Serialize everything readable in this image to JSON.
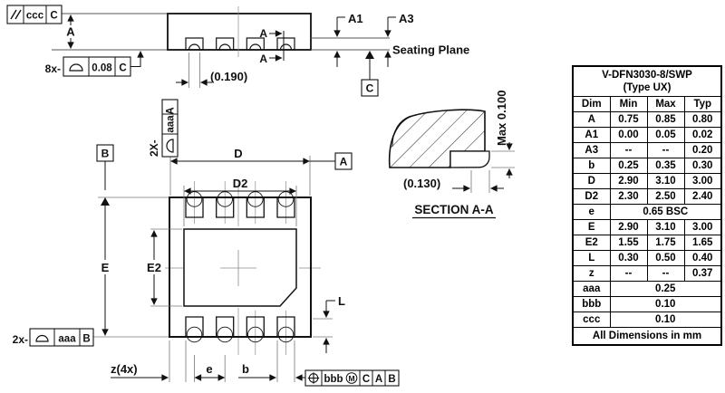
{
  "drawing": {
    "side_view": {
      "parallelism_fcf": {
        "tolerance": "ccc",
        "datum": "C"
      },
      "height_dim": "A",
      "profile_fcf": {
        "count": "8x-",
        "tolerance": "0.08",
        "datum": "C"
      },
      "pad_dim": "(0.190)",
      "section_cut_label": "A",
      "standoff_dim": "A1",
      "terminal_dim": "A3",
      "seating_plane": "Seating Plane",
      "datum_c": "C"
    },
    "section_view": {
      "max_height": "Max 0.100",
      "width_dim": "(0.130)",
      "title": "SECTION A-A"
    },
    "bottom_view": {
      "datum_a": "A",
      "datum_b": "B",
      "width_dim": "D",
      "pad_width_dim": "D2",
      "length_dim": "E",
      "pad_length_dim": "E2",
      "lead_length_dim": "L",
      "pitch_dim": "e",
      "lead_width_dim": "b",
      "corner_dim": "z(4x)",
      "profile_fcf_a": {
        "count": "2X-",
        "tolerance": "aaa",
        "datum": "A"
      },
      "profile_fcf_b": {
        "count": "2x-",
        "tolerance": "aaa",
        "datum": "B"
      },
      "position_fcf": {
        "tolerance": "bbb",
        "modifier": "M",
        "datum1": "C",
        "datum2": "A",
        "datum3": "B"
      }
    }
  },
  "table": {
    "title_line1": "V-DFN3030-8/SWP",
    "title_line2": "(Type UX)",
    "headers": [
      "Dim",
      "Min",
      "Max",
      "Typ"
    ],
    "rows": [
      {
        "dim": "A",
        "min": "0.75",
        "max": "0.85",
        "typ": "0.80"
      },
      {
        "dim": "A1",
        "min": "0.00",
        "max": "0.05",
        "typ": "0.02"
      },
      {
        "dim": "A3",
        "min": "--",
        "max": "--",
        "typ": "0.20"
      },
      {
        "dim": "b",
        "min": "0.25",
        "max": "0.35",
        "typ": "0.30"
      },
      {
        "dim": "D",
        "min": "2.90",
        "max": "3.10",
        "typ": "3.00"
      },
      {
        "dim": "D2",
        "min": "2.30",
        "max": "2.50",
        "typ": "2.40"
      },
      {
        "dim": "e",
        "span": "0.65 BSC"
      },
      {
        "dim": "E",
        "min": "2.90",
        "max": "3.10",
        "typ": "3.00"
      },
      {
        "dim": "E2",
        "min": "1.55",
        "max": "1.75",
        "typ": "1.65"
      },
      {
        "dim": "L",
        "min": "0.30",
        "max": "0.50",
        "typ": "0.40"
      },
      {
        "dim": "z",
        "min": "--",
        "max": "--",
        "typ": "0.37"
      },
      {
        "dim": "aaa",
        "span": "0.25"
      },
      {
        "dim": "bbb",
        "span": "0.10"
      },
      {
        "dim": "ccc",
        "span": "0.10"
      }
    ],
    "footer": "All Dimensions in mm"
  }
}
